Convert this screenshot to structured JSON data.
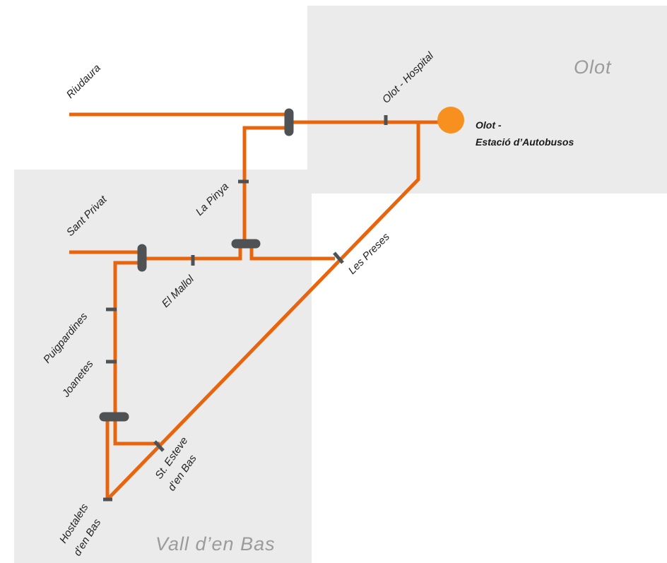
{
  "colors": {
    "route": "#e8650e",
    "terminal": "#f7901e",
    "stop_marker": "#4f5254",
    "zone_fill": "#ebebeb",
    "zone_label": "#9b9b9b",
    "label_text": "#222222"
  },
  "zones": {
    "olot": {
      "label": "Olot"
    },
    "vall": {
      "label": "Vall d’en Bas"
    }
  },
  "terminal": {
    "line1": "Olot -",
    "line2": "Estació d’Autobusos"
  },
  "destinations": {
    "riudaura": "Riudaura",
    "sant_privat": "Sant Privat"
  },
  "stops": {
    "olot_hospital": "Olot - Hospital",
    "la_pinya": "La Pinya",
    "les_preses": "Les Preses",
    "el_mallol": "El Mallol",
    "puigpardines": "Puigpardines",
    "joanetes": "Joanetes",
    "st_esteve_1": "St. Esteve",
    "st_esteve_2": "d’en Bas",
    "hostalets_1": "Hostalets",
    "hostalets_2": "d’en Bas"
  }
}
